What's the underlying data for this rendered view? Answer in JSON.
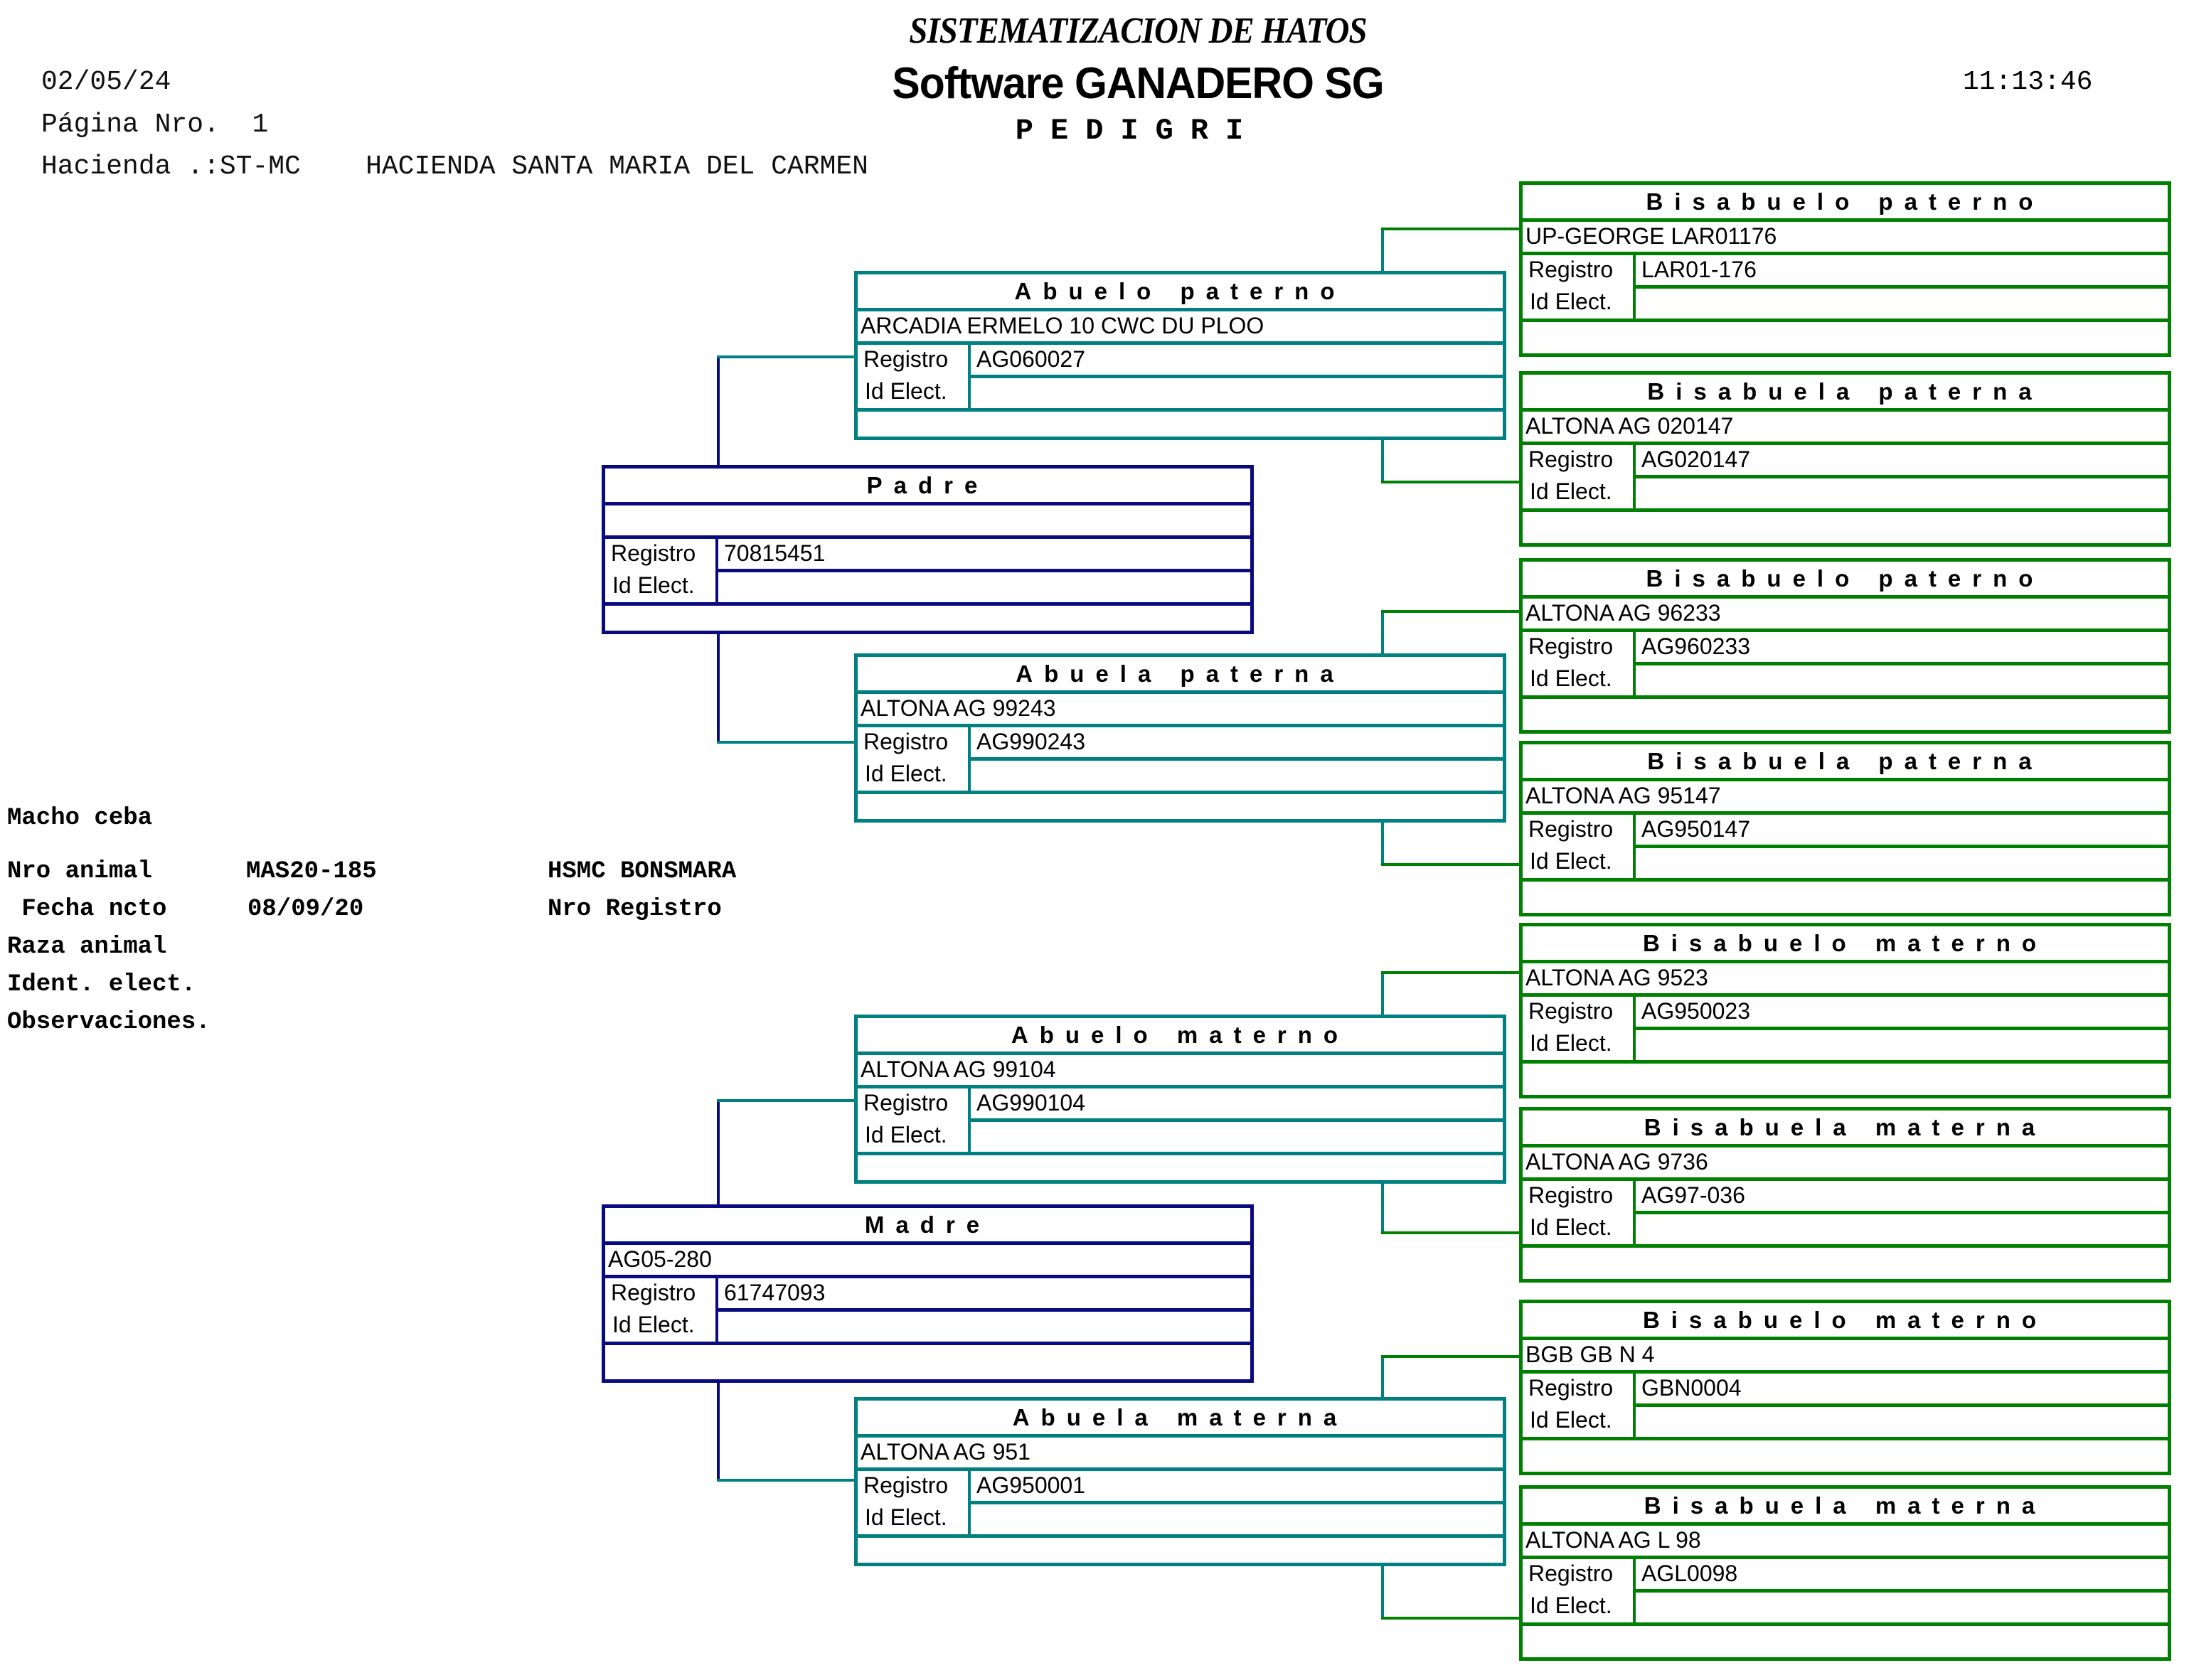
{
  "header": {
    "date": "02/05/24",
    "page": "Página Nro.  1",
    "hacienda": "Hacienda .:ST-MC    HACIENDA SANTA MARIA DEL CARMEN",
    "title_system": "SISTEMATIZACION DE HATOS",
    "title_software": "Software GANADERO SG",
    "title_report": "PEDIGRI",
    "time": "11:13:46"
  },
  "animal": {
    "category": "Macho ceba",
    "nro_animal_label": "Nro animal",
    "nro_animal_value": "MAS20-185",
    "fecha_label": " Fecha ncto",
    "fecha_value": "08/09/20",
    "raza_label": "Raza animal",
    "ident_label": "Ident. elect.",
    "obs_label": "Observaciones.",
    "herd_name": "HSMC BONSMARA",
    "nro_registro_label": "Nro Registro"
  },
  "labels": {
    "registro": "Registro",
    "id_elect": "Id Elect."
  },
  "pedigree": {
    "padre": {
      "title": "Padre",
      "name": "",
      "registro": "70815451",
      "id_elect": ""
    },
    "madre": {
      "title": "Madre",
      "name": "AG05-280",
      "registro": "61747093",
      "id_elect": ""
    },
    "abuelo_paterno": {
      "title": "Abuelo paterno",
      "name": "ARCADIA ERMELO 10 CWC DU PLOO",
      "registro": "AG060027",
      "id_elect": ""
    },
    "abuela_paterna": {
      "title": "Abuela paterna",
      "name": "ALTONA AG 99243",
      "registro": "AG990243",
      "id_elect": ""
    },
    "abuelo_materno": {
      "title": "Abuelo materno",
      "name": "ALTONA AG 99104",
      "registro": "AG990104",
      "id_elect": ""
    },
    "abuela_materna": {
      "title": "Abuela materna",
      "name": "ALTONA AG 951",
      "registro": "AG950001",
      "id_elect": ""
    },
    "bisabuelos": [
      {
        "title": "Bisabuelo paterno",
        "name": "UP-GEORGE LAR01176",
        "registro": "LAR01-176",
        "id_elect": ""
      },
      {
        "title": "Bisabuela paterna",
        "name": "ALTONA AG 020147",
        "registro": "AG020147",
        "id_elect": ""
      },
      {
        "title": "Bisabuelo paterno",
        "name": "ALTONA AG 96233",
        "registro": "AG960233",
        "id_elect": ""
      },
      {
        "title": "Bisabuela paterna",
        "name": "ALTONA AG 95147",
        "registro": "AG950147",
        "id_elect": ""
      },
      {
        "title": "Bisabuelo materno",
        "name": "ALTONA AG 9523",
        "registro": "AG950023",
        "id_elect": ""
      },
      {
        "title": "Bisabuela materna",
        "name": "ALTONA AG 9736",
        "registro": "AG97-036",
        "id_elect": ""
      },
      {
        "title": "Bisabuelo materno",
        "name": "BGB GB N 4",
        "registro": "GBN0004",
        "id_elect": ""
      },
      {
        "title": "Bisabuela materna",
        "name": "ALTONA AG L 98",
        "registro": "AGL0098",
        "id_elect": ""
      }
    ]
  },
  "colors": {
    "parents": "#0a0a80",
    "grandparents": "#008080",
    "great_grandparents": "#008000"
  }
}
